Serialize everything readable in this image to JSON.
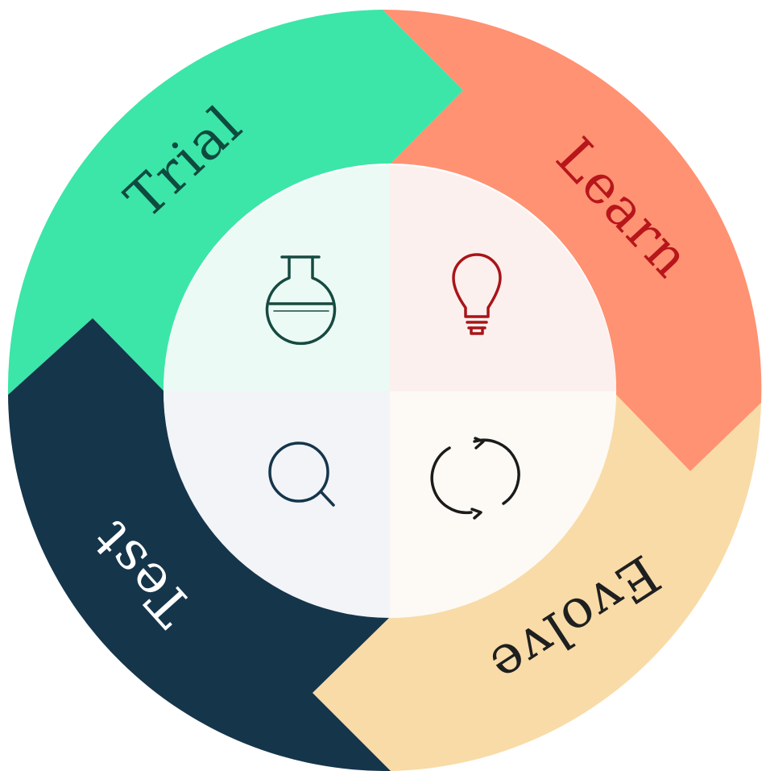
{
  "diagram": {
    "type": "cycle",
    "segments": [
      {
        "id": "trial",
        "label": "Trial",
        "color": "#3BE6A8",
        "text_color": "#0F4A3F",
        "inner_color": "#ECFAF5",
        "icon": "flask-icon",
        "icon_color": "#164A40"
      },
      {
        "id": "learn",
        "label": "Learn",
        "color": "#FF9272",
        "text_color": "#B7161B",
        "inner_color": "#FCF0EE",
        "icon": "lightbulb-icon",
        "icon_color": "#A91418"
      },
      {
        "id": "evolve",
        "label": "Evolve",
        "color": "#F9DBA8",
        "text_color": "#1E1F1F",
        "inner_color": "#FDFAF5",
        "icon": "refresh-icon",
        "icon_color": "#1B1B1B"
      },
      {
        "id": "test",
        "label": "Test",
        "color": "#15354B",
        "text_color": "#FFFFFF",
        "inner_color": "#F2F4F7",
        "icon": "magnifier-icon",
        "icon_color": "#15354B"
      }
    ]
  }
}
